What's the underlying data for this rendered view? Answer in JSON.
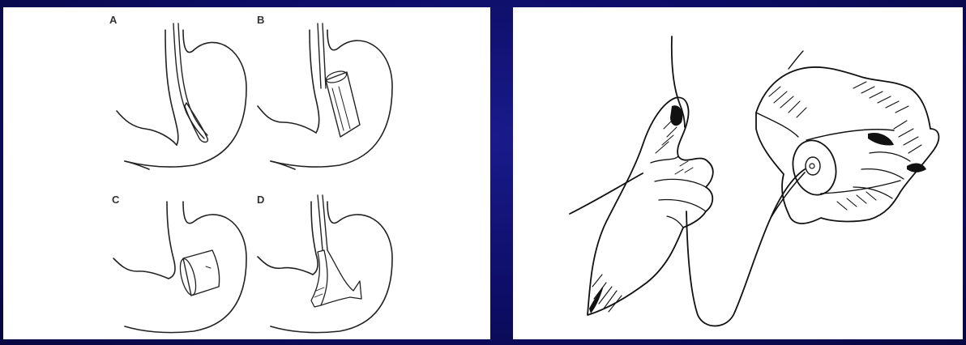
{
  "panels": {
    "left": {
      "figures": [
        {
          "label": "A"
        },
        {
          "label": "B"
        },
        {
          "label": "C"
        },
        {
          "label": "D"
        }
      ]
    },
    "right": {}
  },
  "colors": {
    "background": "#0d0d66",
    "panel": "#ffffff",
    "ink": "#222222"
  }
}
